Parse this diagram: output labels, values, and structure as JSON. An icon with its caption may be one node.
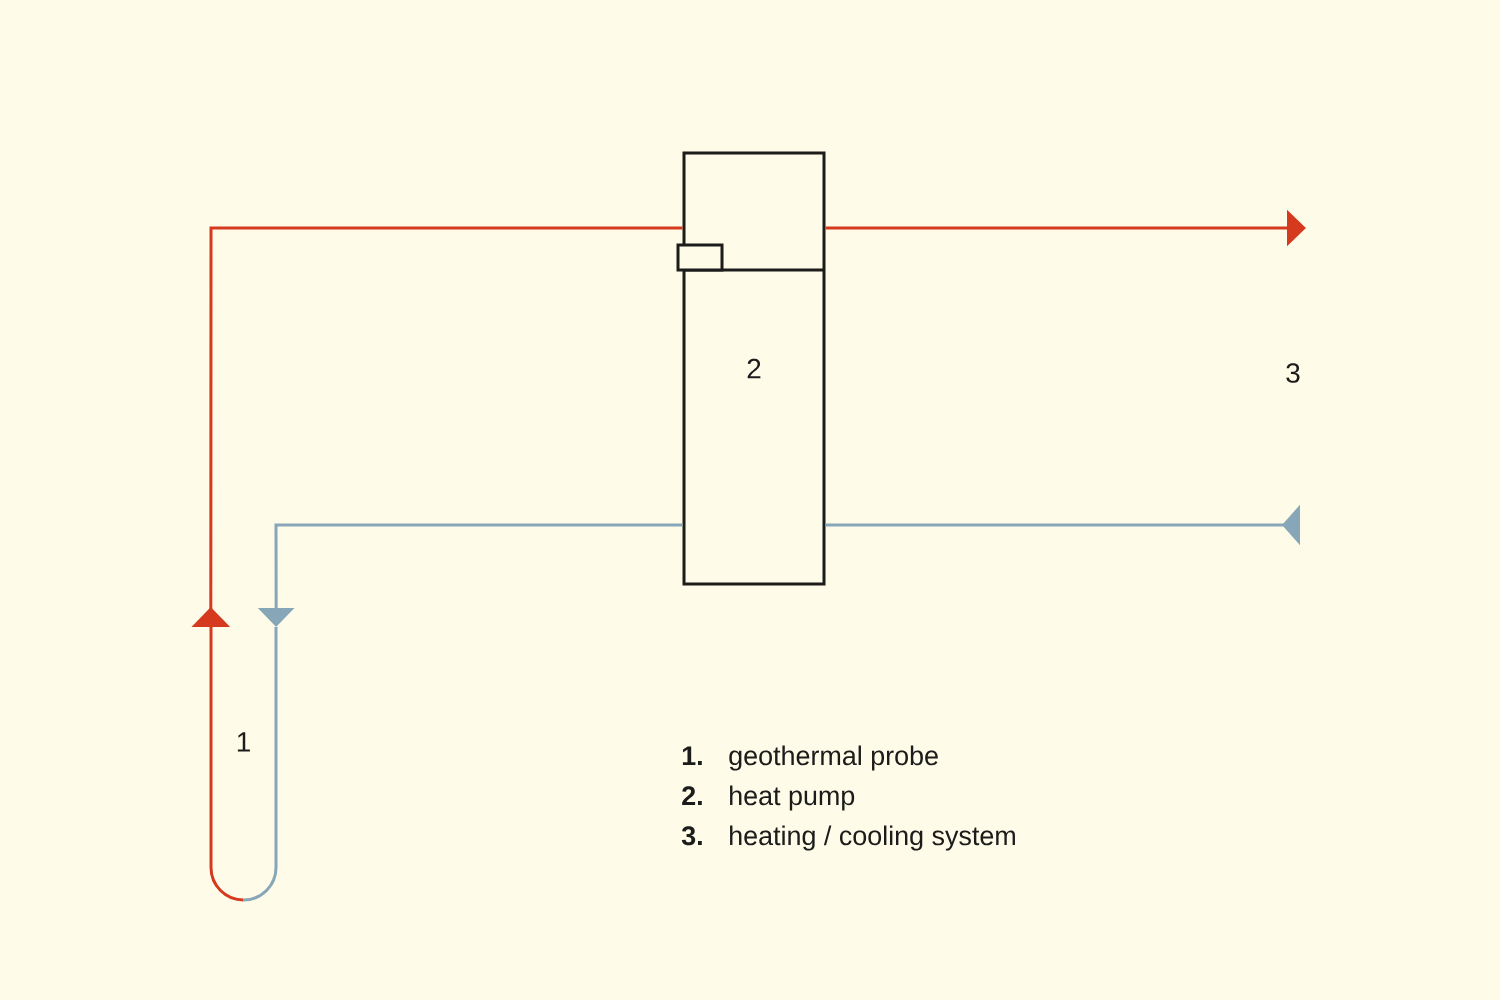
{
  "diagram": {
    "nodes": [
      {
        "text": [
          "2"
        ]
      },
      {
        "text": [
          "1"
        ]
      }
    ],
    "edges": [
      {
        "from": 1,
        "to": 0,
        "arrow": "to",
        "color": "#d63a1e"
      },
      {
        "from": 0,
        "to": 1,
        "arrow": "to",
        "color": "#87a7b8"
      },
      {
        "from": 0,
        "to": null,
        "arrow": "to",
        "color": "#d63a1e"
      },
      {
        "from": null,
        "to": 0,
        "arrow": "to",
        "color": "#87a7b8"
      }
    ],
    "labels": [
      "3",
      "1.",
      "geothermal probe",
      "2.",
      "heat pump",
      "3.",
      "heating / cooling system"
    ]
  }
}
